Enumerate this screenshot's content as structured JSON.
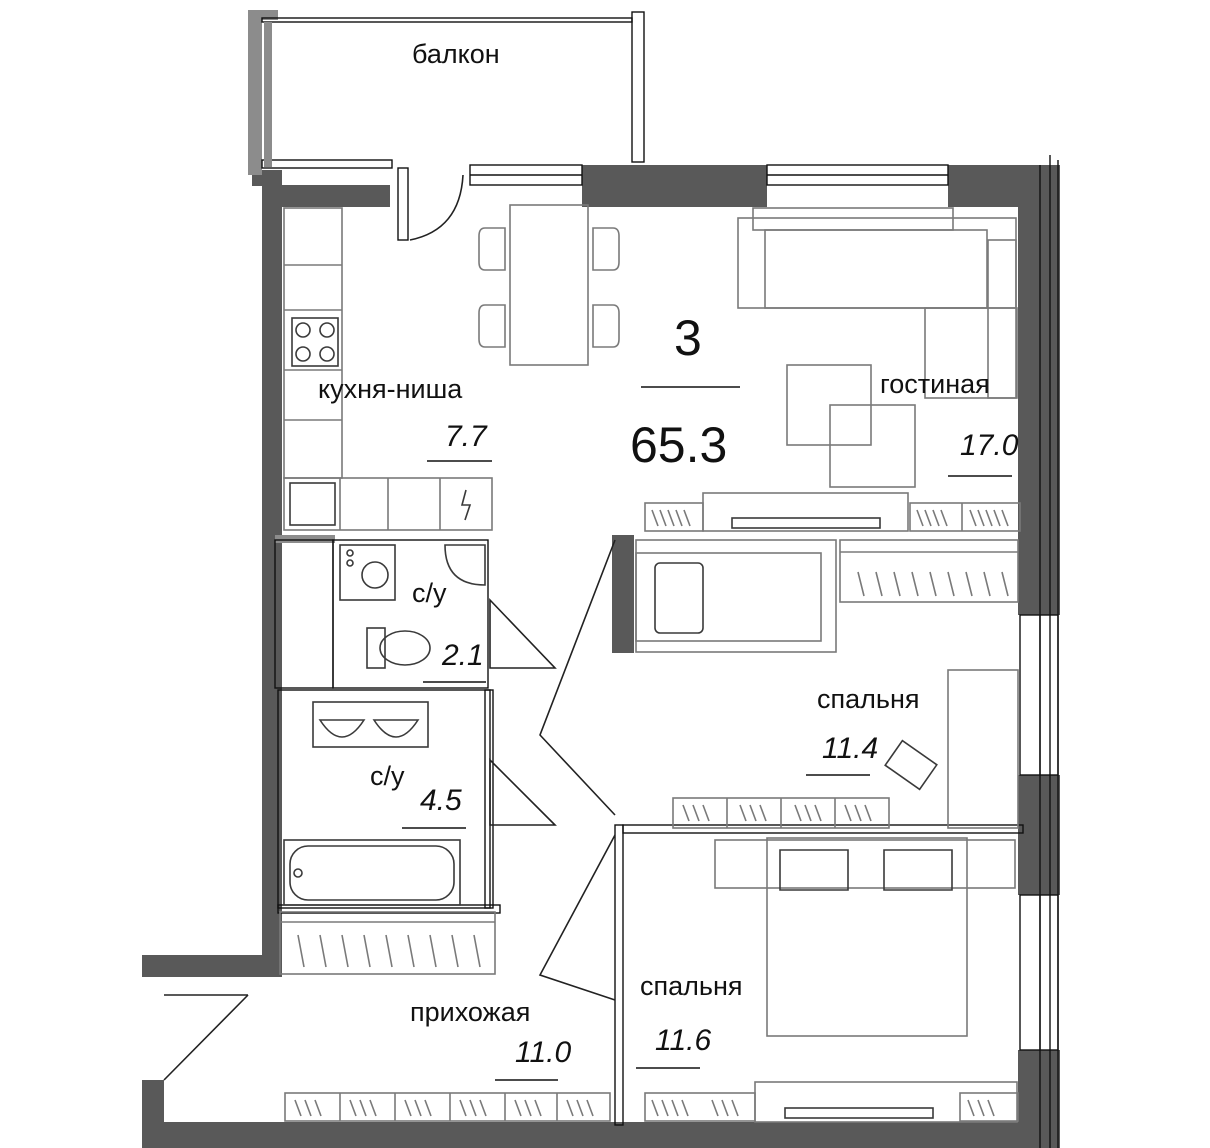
{
  "apartment": {
    "rooms_count": "3",
    "total_area": "65.3"
  },
  "rooms": {
    "balcony": {
      "name": "балкон"
    },
    "kitchen": {
      "name": "кухня-ниша",
      "area": "7.7"
    },
    "living": {
      "name": "гостиная",
      "area": "17.0"
    },
    "wc_small": {
      "name": "с/у",
      "area": "2.1"
    },
    "wc_large": {
      "name": "с/у",
      "area": "4.5"
    },
    "bedroom_1": {
      "name": "спальня",
      "area": "11.4"
    },
    "bedroom_2": {
      "name": "спальня",
      "area": "11.6"
    },
    "hallway": {
      "name": "прихожая",
      "area": "11.0"
    }
  },
  "colors": {
    "wall": "#595959",
    "furniture_stroke": "#7a7a7a",
    "text": "#111111",
    "background": "#ffffff"
  }
}
